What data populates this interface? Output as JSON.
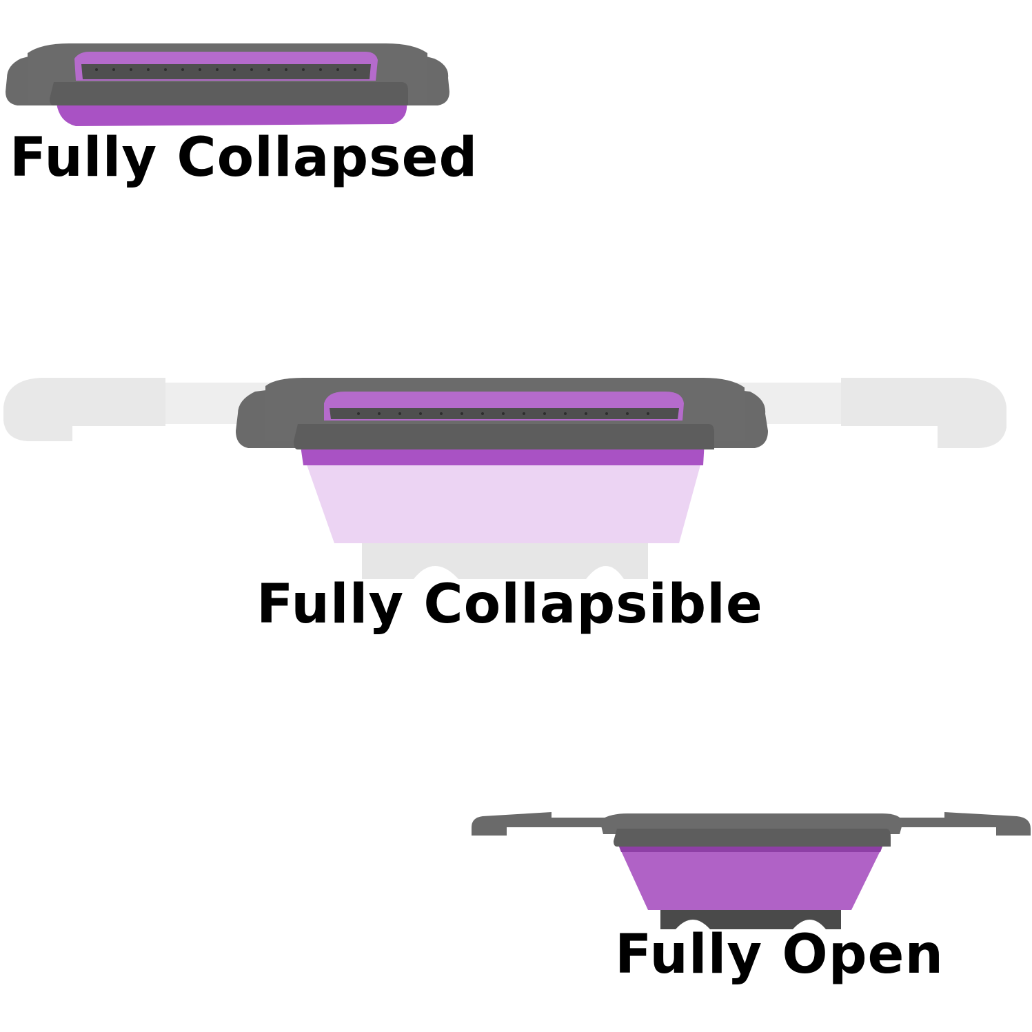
{
  "captions": {
    "collapsed": "Fully Collapsed",
    "collapsible": "Fully Collapsible",
    "open": "Fully Open"
  },
  "colors": {
    "plastic_gray": "#6b6b6b",
    "plastic_gray_dark": "#4a4a4a",
    "silicone_purple": "#b266c8",
    "silicone_purple_dark": "#8e3fa6",
    "ghost_gray": "#e6e6e6",
    "ghost_purple": "#ecd4f3"
  },
  "icons": {
    "product": "collapsible-colander"
  }
}
